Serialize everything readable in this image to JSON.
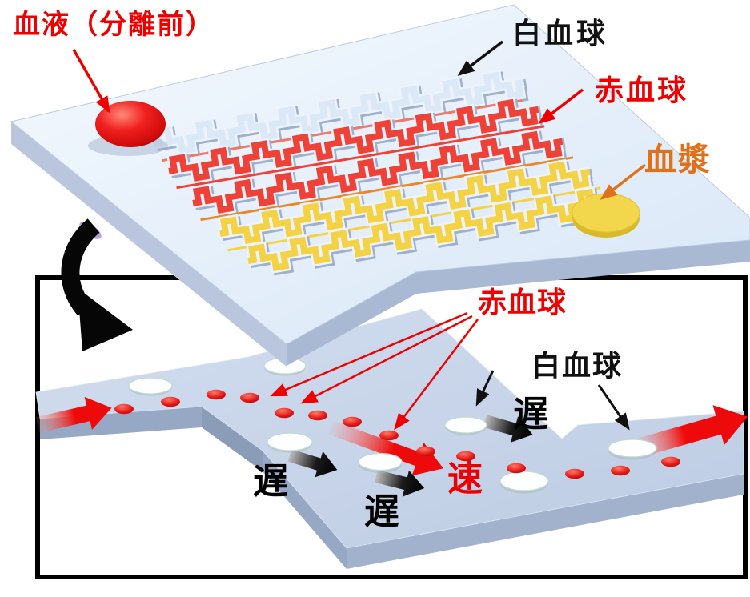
{
  "title": "blood-separation-microfluidic-chip-diagram",
  "labels": {
    "blood_before": "血液（分離前）",
    "wbc_top": "白血球",
    "rbc_top": "赤血球",
    "plasma": "血漿",
    "rbc_bottom": "赤血球",
    "wbc_bottom": "白血球",
    "slow_1": "遅",
    "slow_2": "遅",
    "slow_3": "遅",
    "fast": "速"
  },
  "colors": {
    "red_label": "#ee0000",
    "black_label": "#111111",
    "plasma_label": "#e0711a",
    "fast_label": "#ee0000",
    "slow_label": "#000000",
    "chip_surface": "#e3edf9",
    "channel_white": "#dbe8f8",
    "channel_red": "#ee4238",
    "channel_yellow": "#f3d345",
    "slab_surface": "#c6d4e9",
    "rbc_cell": "#d01010",
    "wbc_cell": "#ffffff",
    "plasma_well": "#f2d64b",
    "blood_drop": "#e01010",
    "flow_arrow_red": "#ee0808",
    "flow_arrow_black": "#000000"
  }
}
